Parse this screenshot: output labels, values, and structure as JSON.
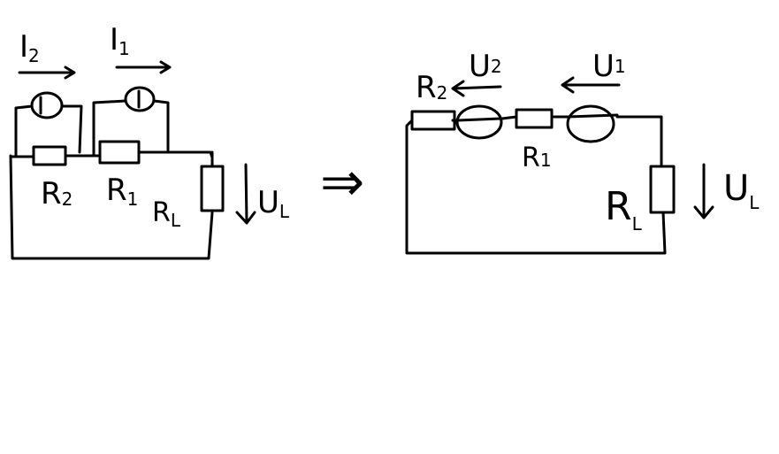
{
  "left_circuit": {
    "current_2": {
      "main": "I",
      "sub": "2"
    },
    "current_1": {
      "main": "I",
      "sub": "1"
    },
    "resistor_2": {
      "main": "R",
      "sub": "2"
    },
    "resistor_1": {
      "main": "R",
      "sub": "1"
    },
    "resistor_load": {
      "main": "R",
      "sub": "L"
    },
    "voltage_load": {
      "main": "U",
      "sub": "L"
    }
  },
  "transform_arrow": "⇒",
  "right_circuit": {
    "resistor_2": {
      "main": "R",
      "sub": "2"
    },
    "voltage_2": {
      "main": "U",
      "sub": "2"
    },
    "voltage_1": {
      "main": "U",
      "sub": "1"
    },
    "resistor_1": {
      "main": "R",
      "sub": "1"
    },
    "resistor_load": {
      "main": "R",
      "sub": "L"
    },
    "voltage_load": {
      "main": "U",
      "sub": "L"
    }
  }
}
